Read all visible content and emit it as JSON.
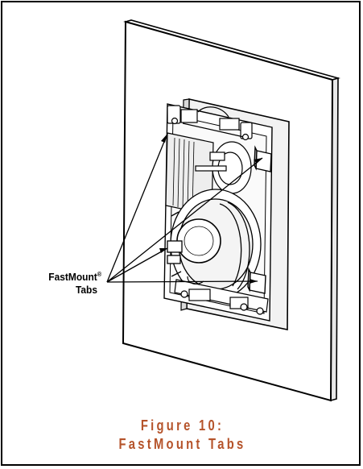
{
  "callout": {
    "line1": "FastMount",
    "reg": "®",
    "line2": "Tabs"
  },
  "caption": {
    "line1": "Figure 10:",
    "line2": "FastMount Tabs"
  },
  "colors": {
    "caption": "#b5532a",
    "line": "#000000",
    "wall": "#ffffff",
    "speaker_shade": "#e6e6e6"
  },
  "icons": [
    "in-wall-speaker-illustration",
    "wall-panel",
    "fastmount-tab"
  ]
}
